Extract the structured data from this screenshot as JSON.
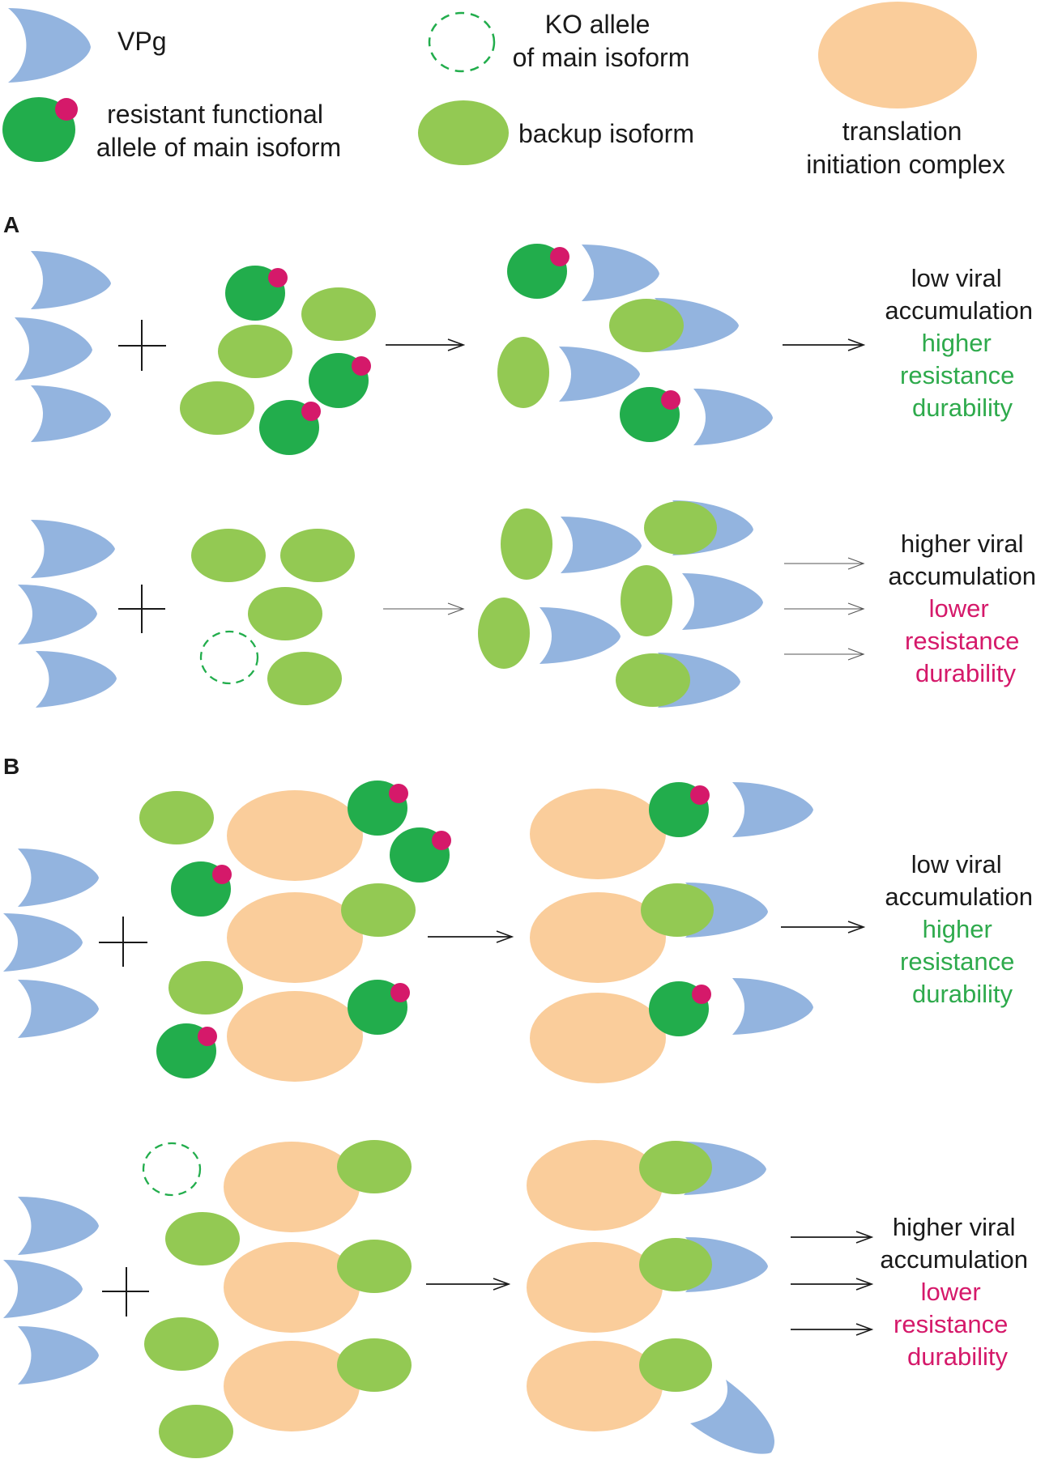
{
  "colors": {
    "vpg": "#93b4df",
    "main_isoform": "#22ad4c",
    "mutation": "#d5196a",
    "backup_isoform": "#93c953",
    "translation_complex": "#facd9b",
    "ko_outline": "#22ad4c",
    "text": "#1a1a1a",
    "good_outcome": "#2eaa4c",
    "bad_outcome": "#d5196a"
  },
  "icons": {
    "vpg": "crescent-shape",
    "resistant_allele": "circle-with-dot",
    "ko_allele": "dashed-circle",
    "backup_isoform": "ellipse",
    "translation_complex": "large-ellipse"
  },
  "legend": {
    "vpg": [
      "VPg"
    ],
    "ko_allele": [
      "KO allele",
      "of main isoform"
    ],
    "translation_complex": [
      "translation",
      "initiation complex"
    ],
    "resistant_allele": [
      "resistant functional",
      "allele of main isoform"
    ],
    "backup_isoform": [
      "backup isoform"
    ]
  },
  "panels": {
    "a_label": "A",
    "b_label": "B"
  },
  "outcomes": {
    "a1": {
      "line1": "low viral",
      "line2": "accumulation",
      "line3": "higher",
      "line4": "resistance",
      "line5": "durability"
    },
    "a2": {
      "line1": "higher viral",
      "line2": "accumulation",
      "line3": "lower",
      "line4": "resistance",
      "line5": "durability"
    },
    "b1": {
      "line1": "low viral",
      "line2": "accumulation",
      "line3": "higher",
      "line4": "resistance",
      "line5": "durability"
    },
    "b2": {
      "line1": "higher viral",
      "line2": "accumulation",
      "line3": "lower",
      "line4": "resistance",
      "line5": "durability"
    }
  }
}
